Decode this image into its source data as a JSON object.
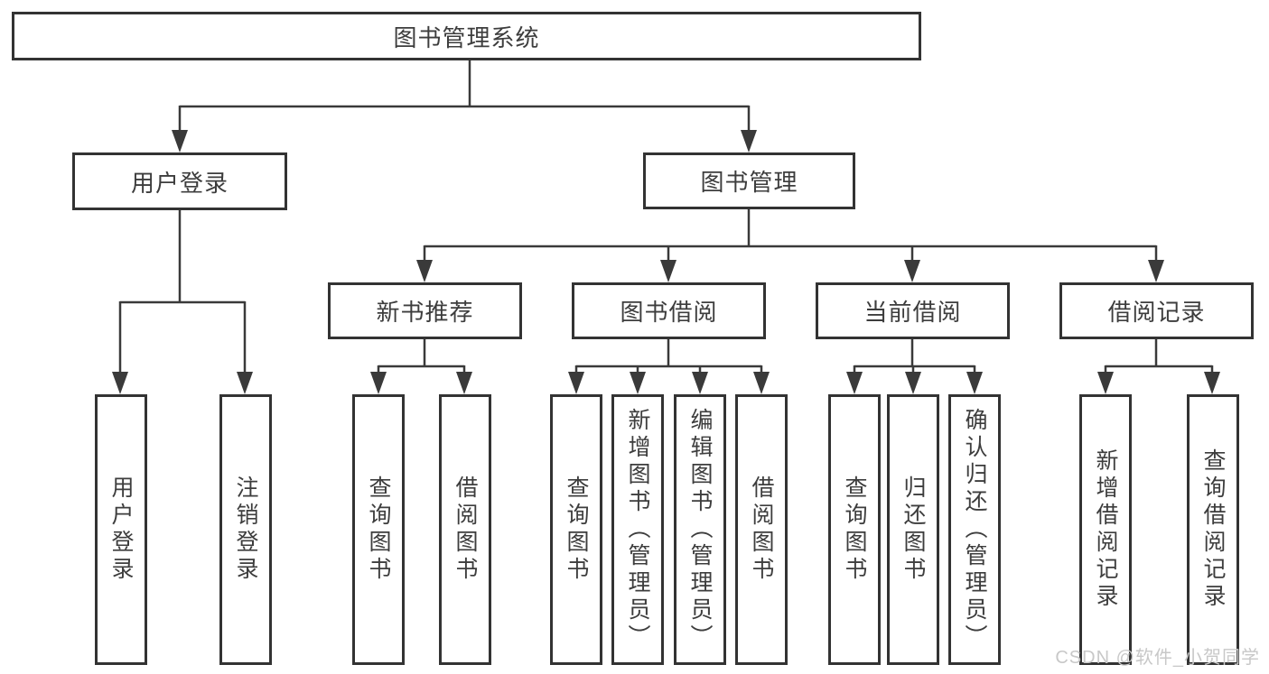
{
  "diagram": {
    "type": "hierarchy-tree",
    "tree": {
      "label": "图书管理系统",
      "children": [
        {
          "label": "用户登录",
          "children": [
            {
              "label": "用户登录"
            },
            {
              "label": "注销登录"
            }
          ]
        },
        {
          "label": "图书管理",
          "children": [
            {
              "label": "新书推荐",
              "children": [
                {
                  "label": "查询图书"
                },
                {
                  "label": "借阅图书"
                }
              ]
            },
            {
              "label": "图书借阅",
              "children": [
                {
                  "label": "查询图书"
                },
                {
                  "label": "新增图书（管理员）"
                },
                {
                  "label": "编辑图书（管理员）"
                },
                {
                  "label": "借阅图书"
                }
              ]
            },
            {
              "label": "当前借阅",
              "children": [
                {
                  "label": "查询图书"
                },
                {
                  "label": "归还图书"
                },
                {
                  "label": "确认归还（管理员）"
                }
              ]
            },
            {
              "label": "借阅记录",
              "children": [
                {
                  "label": "新增借阅记录"
                },
                {
                  "label": "查询借阅记录"
                }
              ]
            }
          ]
        }
      ]
    },
    "colors": {
      "background": "#ffffff",
      "box_border": "#333333",
      "connector_line": "#3a3a3a",
      "text": "#3d3d3d",
      "watermark_text": "#c8c8c8"
    }
  },
  "watermark": {
    "text": "CSDN @软件_小贺同学"
  }
}
